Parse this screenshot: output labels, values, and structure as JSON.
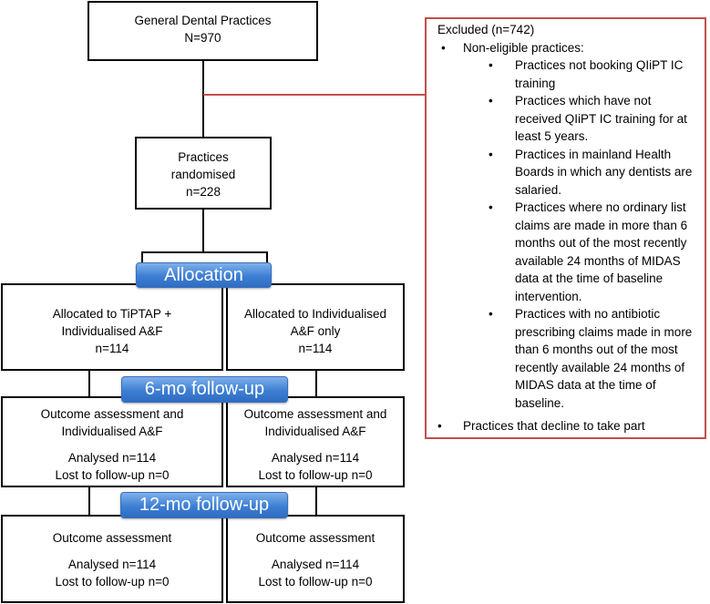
{
  "boxes": {
    "general": [
      "General Dental Practices",
      "N=970"
    ],
    "randomised": [
      "Practices",
      "randomised",
      "n=228"
    ],
    "alloc_left": [
      "Allocated to TiPTAP +",
      "Individualised A&F",
      "n=114"
    ],
    "alloc_right": [
      "Allocated to Individualised",
      "A&F only",
      "n=114"
    ],
    "fu6_left": {
      "lines": [
        "Outcome assessment and",
        "Individualised A&F"
      ],
      "stats": [
        "Analysed n=114",
        "Lost to follow-up n=0"
      ]
    },
    "fu6_right": {
      "lines": [
        "Outcome assessment and",
        "Individualised A&F"
      ],
      "stats": [
        "Analysed n=114",
        "Lost to follow-up n=0"
      ]
    },
    "fu12_left": {
      "lines": [
        "Outcome assessment"
      ],
      "stats": [
        "Analysed n=114",
        "Lost to follow-up n=0"
      ]
    },
    "fu12_right": {
      "lines": [
        "Outcome assessment"
      ],
      "stats": [
        "Analysed n=114",
        "Lost to follow-up n=0"
      ]
    }
  },
  "stages": {
    "allocation": "Allocation",
    "fu6": "6-mo follow-up",
    "fu12": "12-mo follow-up"
  },
  "excluded": {
    "title": "Excluded (n=742)",
    "group": "Non-eligible practices:",
    "reasons": [
      "Practices not booking QIiPT IC training",
      "Practices which have not received QIiPT IC training for at least 5 years.",
      "Practices in mainland Health Boards in which any dentists are salaried.",
      "Practices where no ordinary list claims are made in more than 6 months out of the most recently available 24 months of MIDAS data at the time of baseline intervention.",
      "Practices with no antibiotic prescribing claims made in more than 6 months out of the most recently available 24 months of MIDAS data at the time of baseline."
    ],
    "declined": "Practices that decline to take part"
  },
  "colors": {
    "pill": "#3d7fd4",
    "excluded_border": "#c0504d"
  }
}
